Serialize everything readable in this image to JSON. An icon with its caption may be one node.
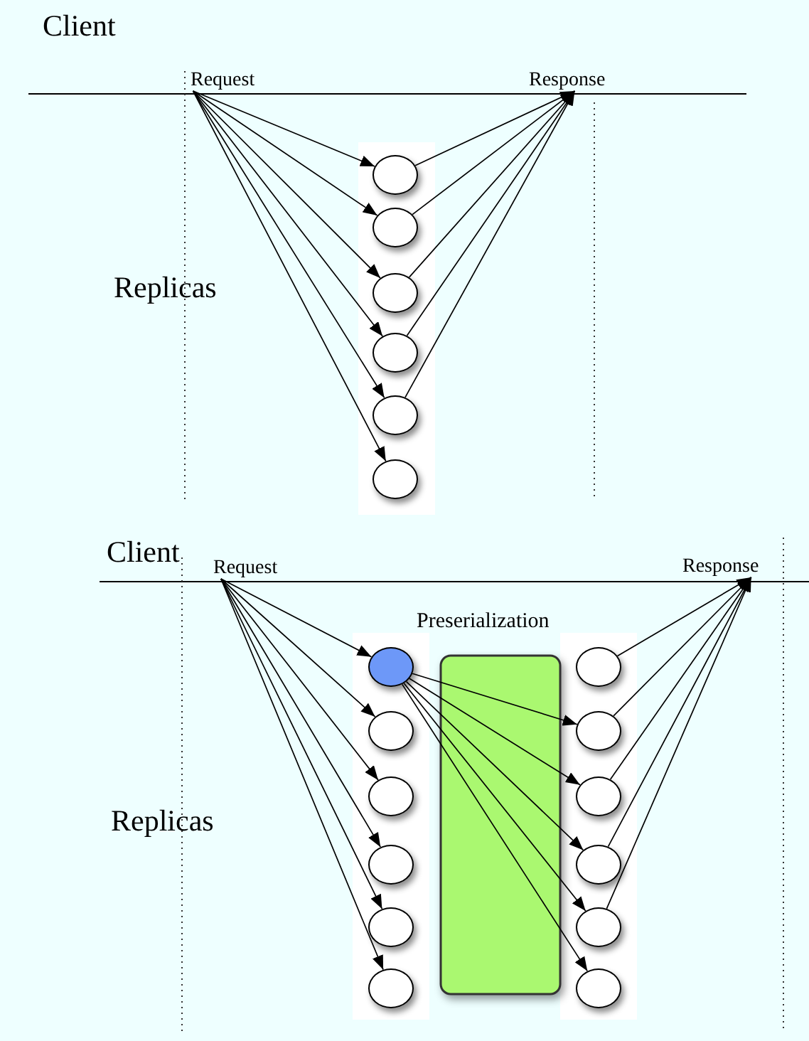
{
  "diagram": {
    "nodes": [
      {
        "text": [
          "Request"
        ]
      },
      {
        "text": [
          "Response"
        ]
      },
      {
        "text": [],
        "shape": "circle"
      },
      {
        "text": [],
        "shape": "circle"
      },
      {
        "text": [],
        "shape": "circle"
      },
      {
        "text": [],
        "shape": "circle"
      },
      {
        "text": [],
        "shape": "circle"
      },
      {
        "text": [],
        "shape": "circle"
      },
      {
        "text": [
          "Request"
        ]
      },
      {
        "text": [
          "Response"
        ]
      },
      {
        "text": [],
        "shape": "circle"
      },
      {
        "text": [],
        "shape": "circle"
      },
      {
        "text": [],
        "shape": "circle"
      },
      {
        "text": [],
        "shape": "circle"
      },
      {
        "text": [],
        "shape": "circle"
      },
      {
        "text": [],
        "shape": "circle"
      },
      {
        "text": [],
        "shape": "circle"
      },
      {
        "text": [],
        "shape": "circle"
      },
      {
        "text": [],
        "shape": "circle"
      },
      {
        "text": [],
        "shape": "circle"
      },
      {
        "text": [],
        "shape": "circle"
      },
      {
        "text": [],
        "shape": "circle"
      }
    ],
    "edges": [
      {
        "from": 0,
        "to": 2,
        "arrow": "to"
      },
      {
        "from": 0,
        "to": 3,
        "arrow": "to"
      },
      {
        "from": 0,
        "to": 4,
        "arrow": "to"
      },
      {
        "from": 0,
        "to": 5,
        "arrow": "to"
      },
      {
        "from": 0,
        "to": 6,
        "arrow": "to"
      },
      {
        "from": 0,
        "to": 7,
        "arrow": "to"
      },
      {
        "from": 2,
        "to": 1,
        "arrow": "to"
      },
      {
        "from": 3,
        "to": 1,
        "arrow": "to"
      },
      {
        "from": 4,
        "to": 1,
        "arrow": "to"
      },
      {
        "from": 5,
        "to": 1,
        "arrow": "to"
      },
      {
        "from": 6,
        "to": 1,
        "arrow": "to"
      },
      {
        "from": 8,
        "to": 10,
        "arrow": "to"
      },
      {
        "from": 8,
        "to": 11,
        "arrow": "to"
      },
      {
        "from": 8,
        "to": 12,
        "arrow": "to"
      },
      {
        "from": 8,
        "to": 13,
        "arrow": "to"
      },
      {
        "from": 8,
        "to": 14,
        "arrow": "to"
      },
      {
        "from": 8,
        "to": 15,
        "arrow": "to"
      },
      {
        "from": 10,
        "to": 17,
        "arrow": "to"
      },
      {
        "from": 10,
        "to": 18,
        "arrow": "to"
      },
      {
        "from": 10,
        "to": 19,
        "arrow": "to"
      },
      {
        "from": 10,
        "to": 20,
        "arrow": "to"
      },
      {
        "from": 10,
        "to": 21,
        "arrow": "to"
      },
      {
        "from": 16,
        "to": 9,
        "arrow": "to"
      },
      {
        "from": 17,
        "to": 9,
        "arrow": "to"
      },
      {
        "from": 18,
        "to": 9,
        "arrow": "to"
      },
      {
        "from": 19,
        "to": 9,
        "arrow": "to"
      },
      {
        "from": 20,
        "to": 9,
        "arrow": "to"
      }
    ],
    "labels": [
      "Client",
      "Replicas",
      "Client",
      "Preserialization",
      "Replicas"
    ]
  }
}
